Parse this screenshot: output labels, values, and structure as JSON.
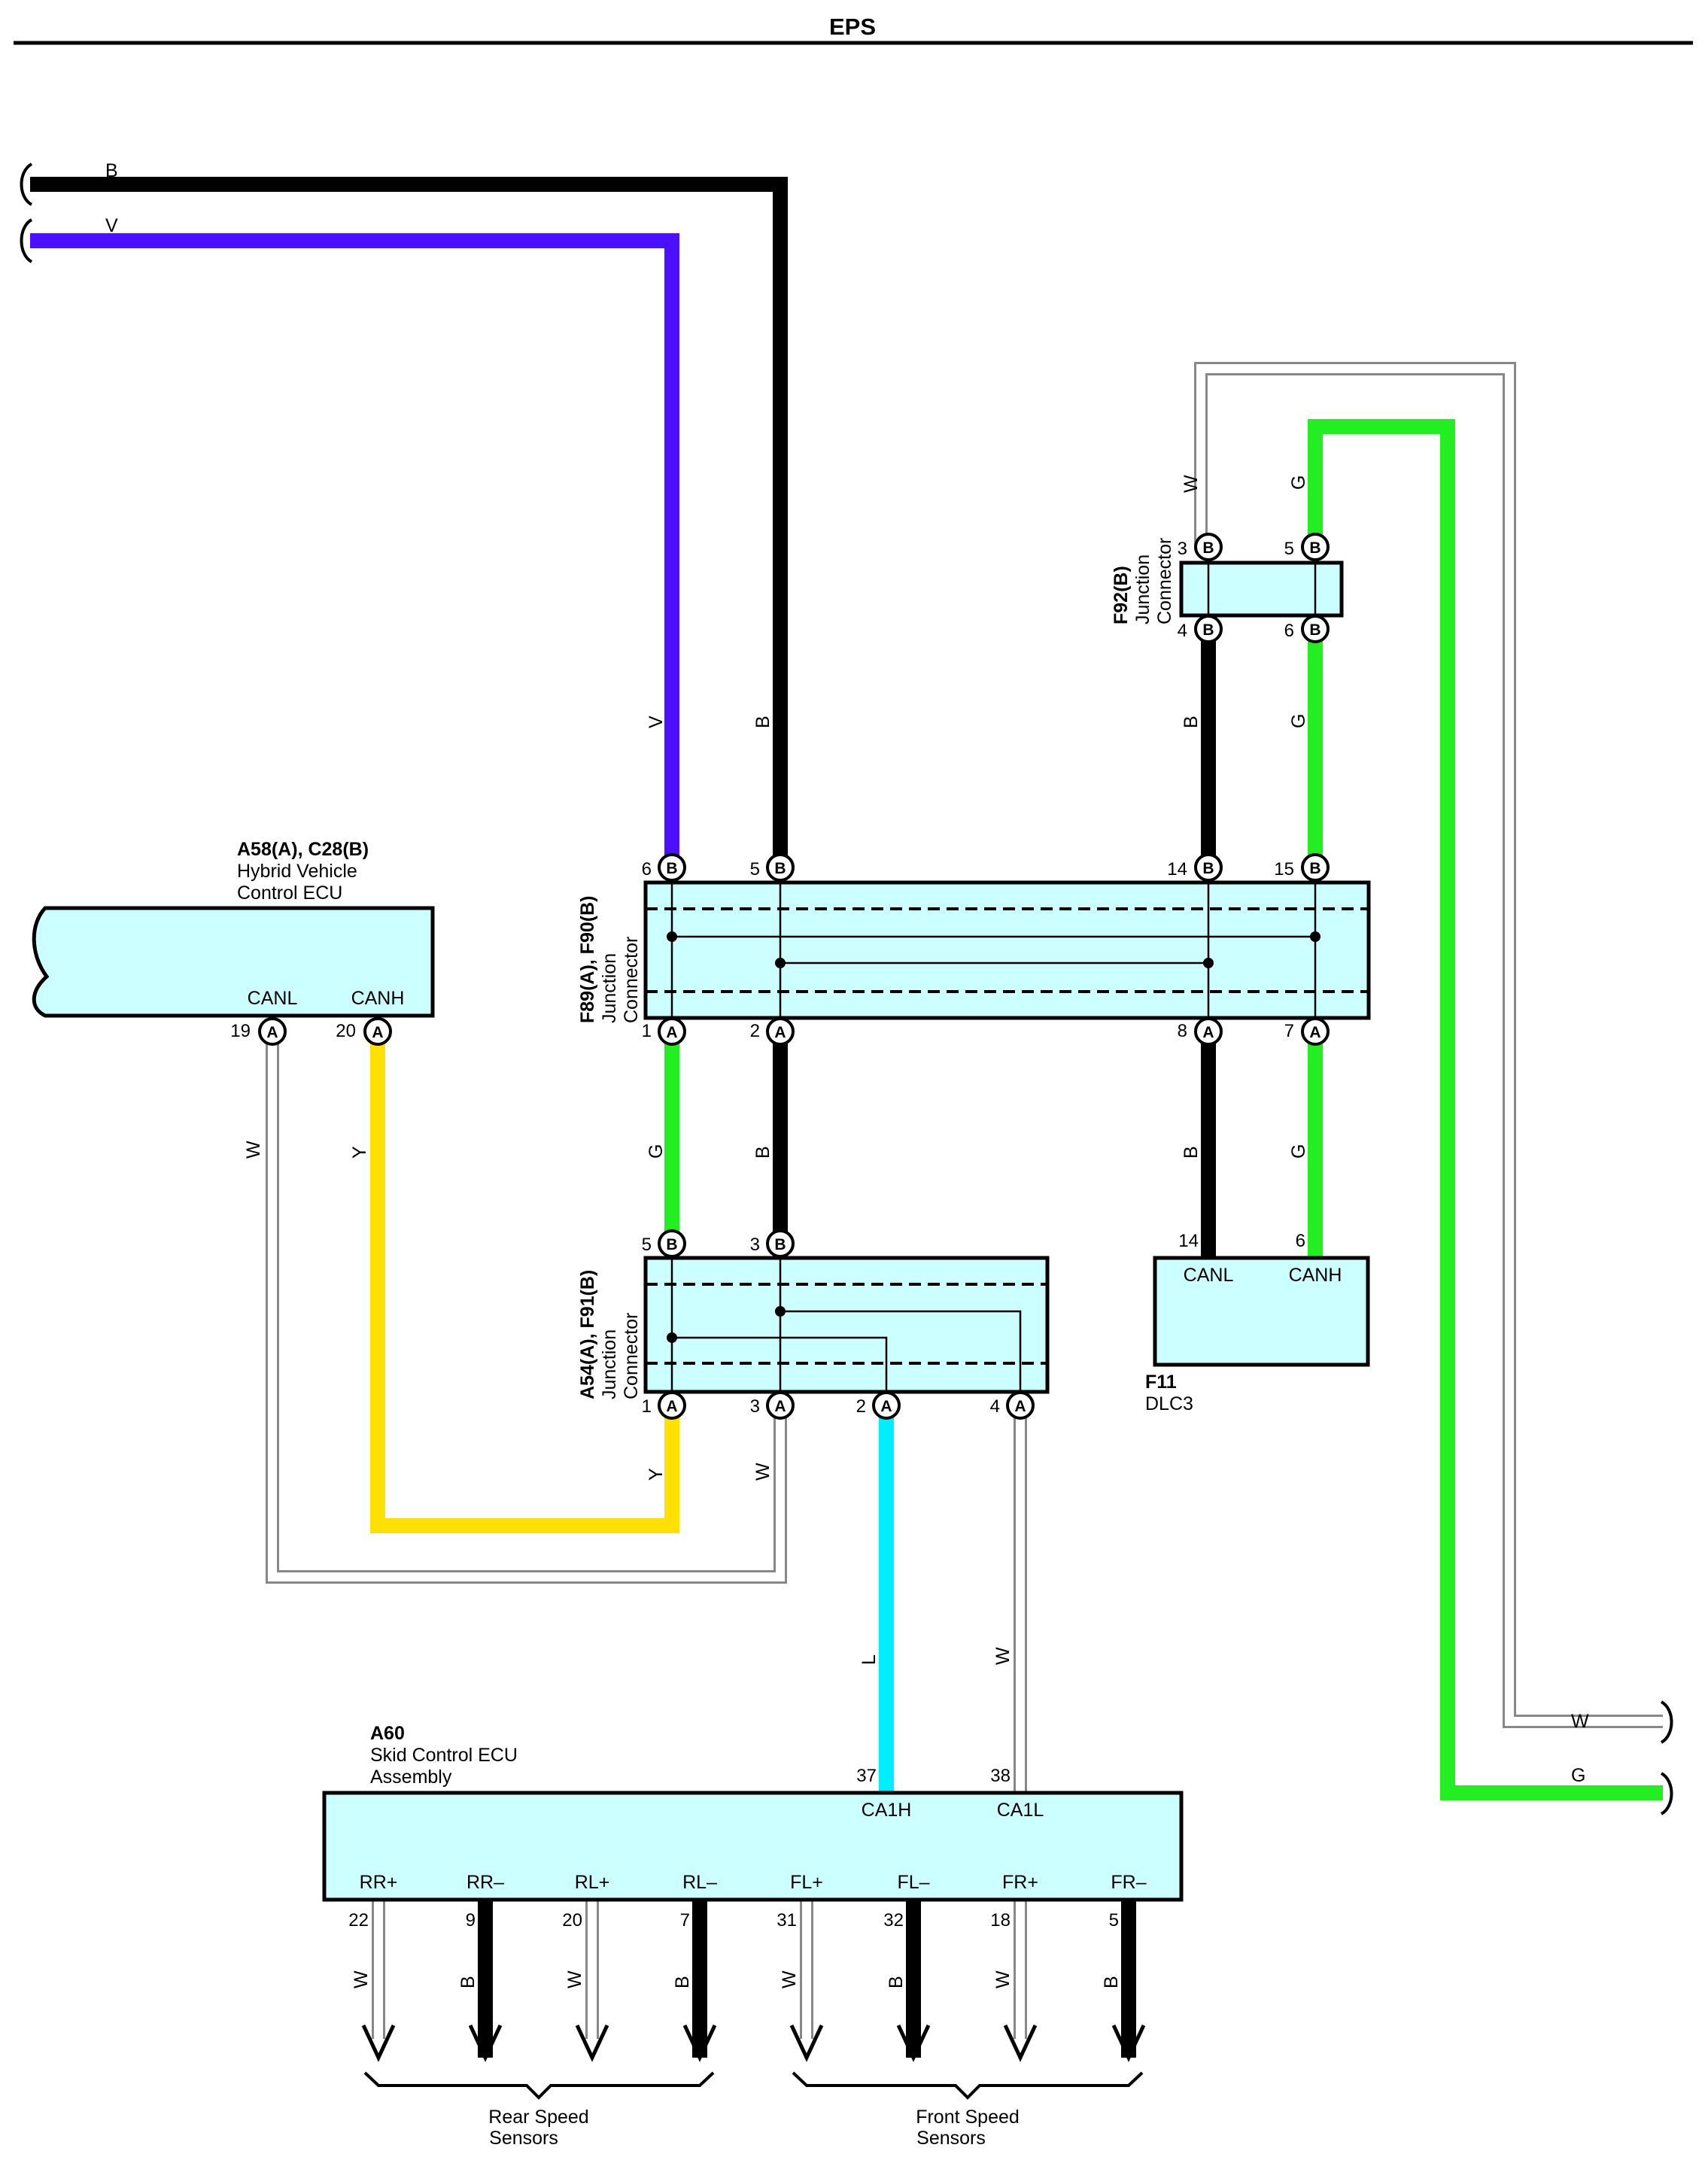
{
  "title": "EPS",
  "colors": {
    "B": "#000000",
    "V": "#4a10ff",
    "G": "#22ee22",
    "Y": "#ffe000",
    "L": "#00eeff",
    "W": "#ffffff",
    "box_fill": "#ccffff"
  },
  "wires": {
    "top_b": "B",
    "top_v": "V",
    "f92_w": "W",
    "f92_g": "G",
    "f92_b_out": "B",
    "f92_g_out": "G",
    "f89_v": "V",
    "f89_b": "B",
    "a58_w": "W",
    "a58_y": "Y",
    "f89a_g": "G",
    "f89a_b": "B",
    "f89a8_b": "B",
    "f89a7_g": "G",
    "a54_y": "Y",
    "a54_w": "W",
    "a54_l": "L",
    "a54_w2": "W",
    "right_w": "W",
    "right_g": "G",
    "sensor_w1": "W",
    "sensor_b1": "B",
    "sensor_w2": "W",
    "sensor_b2": "B",
    "sensor_w3": "W",
    "sensor_b3": "B",
    "sensor_w4": "W",
    "sensor_b4": "B"
  },
  "components": {
    "a58": {
      "id": "A58(A), C28(B)",
      "name_line1": "Hybrid Vehicle",
      "name_line2": "Control ECU",
      "canl": "CANL",
      "canh": "CANH",
      "pin_canl": "19",
      "pin_canh": "20"
    },
    "f89": {
      "id": "F89(A), F90(B)",
      "name_line1": "Junction",
      "name_line2": "Connector",
      "pins_top": [
        "6",
        "5",
        "14",
        "15"
      ],
      "pins_bottom": [
        "1",
        "2",
        "8",
        "7"
      ]
    },
    "f92": {
      "id": "F92(B)",
      "name_line1": "Junction",
      "name_line2": "Connector",
      "pins_top": [
        "3",
        "5"
      ],
      "pins_bottom": [
        "4",
        "6"
      ]
    },
    "a54": {
      "id": "A54(A), F91(B)",
      "name_line1": "Junction",
      "name_line2": "Connector",
      "pins_top": [
        "5",
        "3"
      ],
      "pins_bottom": [
        "1",
        "3",
        "2",
        "4"
      ]
    },
    "f11": {
      "id": "F11",
      "name": "DLC3",
      "canl": "CANL",
      "canh": "CANH",
      "pin_canl": "14",
      "pin_canh": "6"
    },
    "a60": {
      "id": "A60",
      "name_line1": "Skid Control ECU",
      "name_line2": "Assembly",
      "ca1h": "CA1H",
      "ca1l": "CA1L",
      "pin_ca1h": "37",
      "pin_ca1l": "38",
      "sensor_terms": [
        "RR+",
        "RR–",
        "RL+",
        "RL–",
        "FL+",
        "FL–",
        "FR+",
        "FR–"
      ],
      "sensor_pins": [
        "22",
        "9",
        "20",
        "7",
        "31",
        "32",
        "18",
        "5"
      ]
    }
  },
  "connector_letters": {
    "a": "A",
    "b": "B"
  },
  "groups": {
    "rear_line1": "Rear Speed",
    "rear_line2": "Sensors",
    "front_line1": "Front Speed",
    "front_line2": "Sensors"
  }
}
